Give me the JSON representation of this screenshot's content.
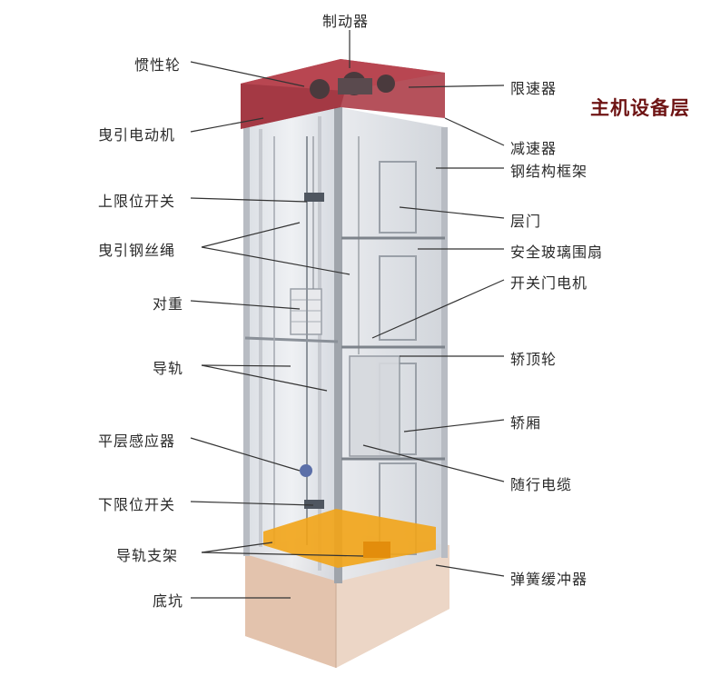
{
  "title": "主机设备层",
  "labels": {
    "brake": "制动器",
    "flywheel": "惯性轮",
    "speed_limiter": "限速器",
    "traction_motor": "曳引电动机",
    "reducer": "减速器",
    "steel_frame": "钢结构框架",
    "upper_limit_switch": "上限位开关",
    "landing_door": "层门",
    "traction_rope": "曳引钢丝绳",
    "safety_glass": "安全玻璃围扇",
    "door_motor": "开关门电机",
    "counterweight": "对重",
    "car_top_wheel": "轿顶轮",
    "guide_rail": "导轨",
    "car": "轿厢",
    "leveling_sensor": "平层感应器",
    "trailing_cable": "随行电缆",
    "lower_limit_switch": "下限位开关",
    "rail_bracket": "导轨支架",
    "spring_buffer": "弹簧缓冲器",
    "pit": "底坑"
  },
  "colors": {
    "machine_room": "#a8323e",
    "title": "#6e1414",
    "buffer": "#f2a417",
    "pit": "#e8cdb8"
  }
}
